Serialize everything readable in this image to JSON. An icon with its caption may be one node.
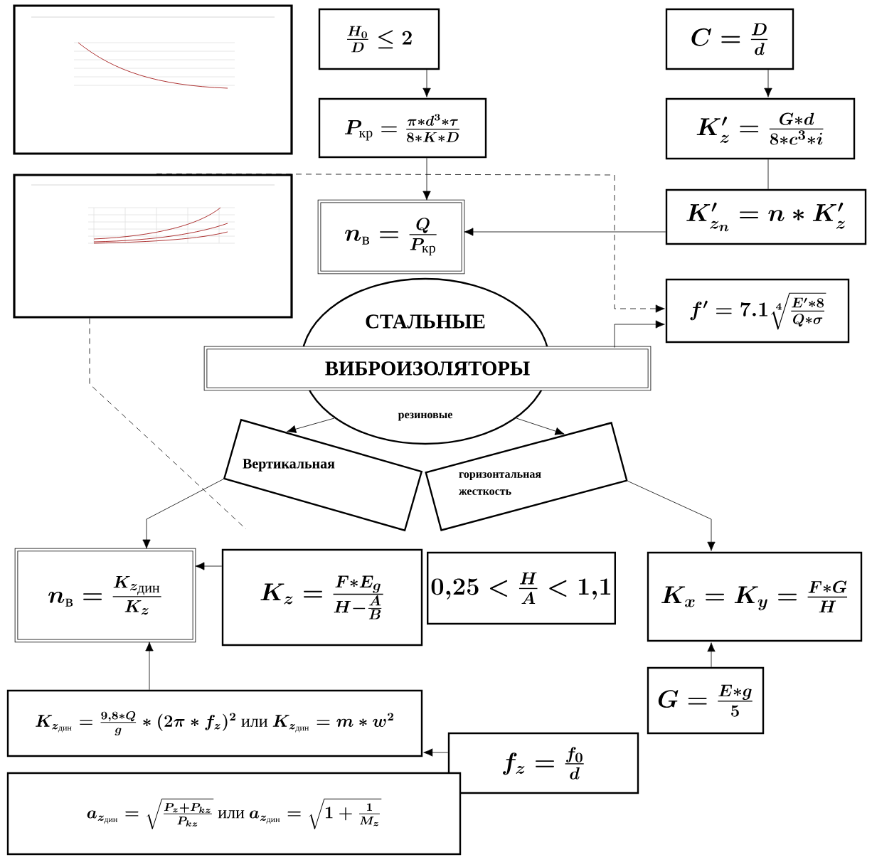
{
  "diagram": {
    "nodes": [
      {
        "text": [],
        "shape": "picture"
      },
      {
        "text": [],
        "shape": "picture"
      },
      {
        "text": [
          "\\frac{H_0}{D}\\leq 2"
        ]
      },
      {
        "text": [
          "P_{\\text{кр}} = \\frac{\\pi * d^3 * \\tau}{8 * K * D}"
        ]
      },
      {
        "text": [
          "n_{\\text{в}} = \\frac{Q}{P_{\\text{кр}}}"
        ]
      },
      {
        "text": [
          "C = \\frac{D}{d}"
        ]
      },
      {
        "text": [
          "K'_z = \\frac{G * d}{8 * c^3 * i}"
        ]
      },
      {
        "text": [
          "K'_{z_n} = n * K'_z"
        ]
      },
      {
        "text": [
          "f' = 7.1\\sqrt[4]{\\frac{E' * 8}{Q * \\sigma}}"
        ]
      },
      {
        "text": [
          "СТАЛЬНЫЕ",
          "резиновые"
        ]
      },
      {
        "text": [
          "ВИБРОИЗОЛЯТОРЫ"
        ]
      },
      {
        "text": [
          "Вертикальная"
        ]
      },
      {
        "text": [
          "горизонтальная жесткость"
        ]
      },
      {
        "text": [
          "n_{\\text{в}} = \\frac{K_{z_{\\text{дин}}}}{K_z}"
        ]
      },
      {
        "text": [
          "K_z = \\frac{F * E_g}{H - \\frac{A}{B}}"
        ]
      },
      {
        "text": [
          "0{,}25 < \\frac{H}{A} < 1{,}1"
        ]
      },
      {
        "text": [
          "K_x = K_y = \\frac{F * G}{H}"
        ]
      },
      {
        "text": [
          "G = \\frac{E * g}{5}"
        ]
      },
      {
        "text": [
          "K_{z_{\\text{дин}}} = \\frac{9{,}8 * Q}{g} * (2\\pi * f_z)^2 \\text{ или } K_{z_{\\text{дин}}} = m * w^2"
        ]
      },
      {
        "text": [
          "f_z = \\frac{f_0}{d}"
        ]
      },
      {
        "text": [
          "a_{z_{\\text{дин}}} = \\sqrt{\\frac{P_z + P_{kz}}{P_{kz}}} \\text{ или } a_{z_{\\text{дин}}} = \\sqrt{1 + \\frac{1}{M_z}}"
        ]
      }
    ],
    "edges": [
      {
        "from": 2,
        "to": 3,
        "arrow": "to"
      },
      {
        "from": 3,
        "to": 4,
        "arrow": "to"
      },
      {
        "from": 5,
        "to": 6,
        "arrow": "to"
      },
      {
        "from": 6,
        "to": 7,
        "arrow": "none"
      },
      {
        "from": 7,
        "to": 4,
        "arrow": "to"
      },
      {
        "from": 1,
        "to": 8,
        "arrow": "to",
        "style": "dashed"
      },
      {
        "from": 1,
        "to": null,
        "arrow": "none",
        "style": "dashed"
      },
      {
        "from": 10,
        "to": 8,
        "arrow": "to"
      },
      {
        "from": 9,
        "to": 11,
        "arrow": "to"
      },
      {
        "from": 9,
        "to": 12,
        "arrow": "to"
      },
      {
        "from": 11,
        "to": 13,
        "arrow": "to"
      },
      {
        "from": 12,
        "to": 16,
        "arrow": "to"
      },
      {
        "from": 14,
        "to": 13,
        "arrow": "to"
      },
      {
        "from": 18,
        "to": 13,
        "arrow": "to"
      },
      {
        "from": 17,
        "to": 16,
        "arrow": "to"
      },
      {
        "from": 19,
        "to": 18,
        "arrow": "to"
      }
    ]
  }
}
